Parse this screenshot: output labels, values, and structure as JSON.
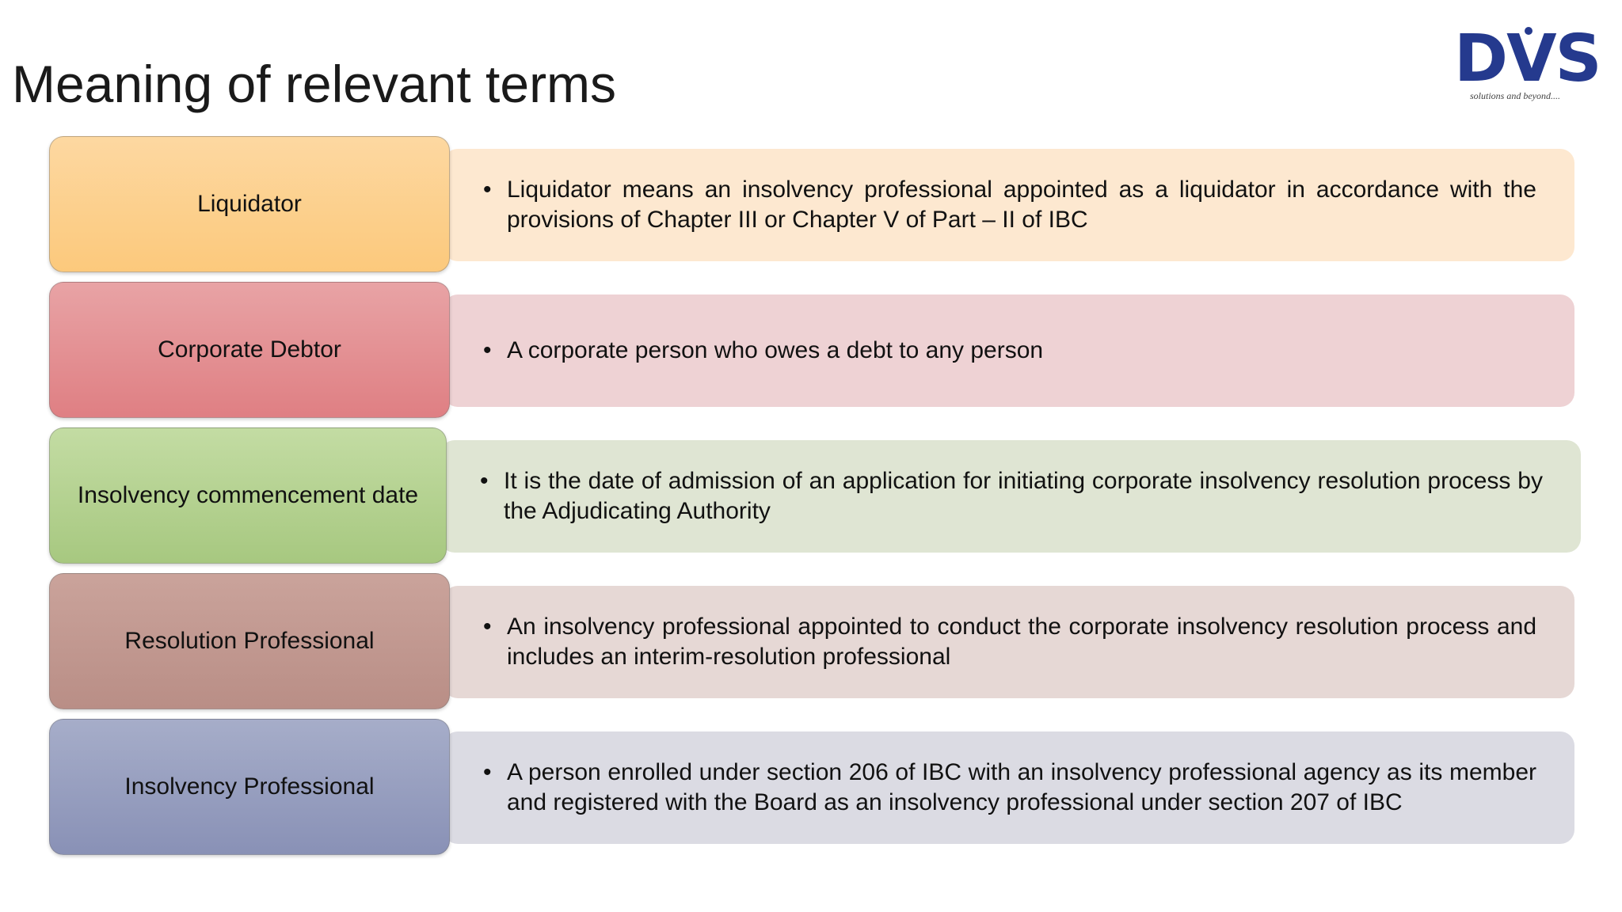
{
  "slide": {
    "title": "Meaning of relevant terms"
  },
  "logo": {
    "letters": "DVS",
    "tagline": "solutions and beyond....",
    "color": "#253a8e"
  },
  "terms": [
    {
      "term": "Liquidator",
      "bullet": "•",
      "definition": "Liquidator means an insolvency professional appointed as a liquidator in accordance with the provisions of Chapter III or Chapter V of Part – II of IBC",
      "color": "#fcc97c"
    },
    {
      "term": "Corporate Debtor",
      "bullet": "•",
      "definition": "A corporate person who owes a debt to any person",
      "color": "#df7f83"
    },
    {
      "term": "Insolvency commencement date",
      "bullet": "•",
      "definition": "It is the date of admission of an application for initiating corporate insolvency resolution process by the Adjudicating Authority",
      "color": "#a7c880"
    },
    {
      "term": "Resolution Professional",
      "bullet": "•",
      "definition": "An insolvency professional appointed to conduct the corporate insolvency resolution process and includes an interim-resolution professional",
      "color": "#b98e86"
    },
    {
      "term": "Insolvency Professional",
      "bullet": "•",
      "definition": "A person enrolled under section 206 of IBC with an insolvency professional agency as its member and registered with the Board as an insolvency professional under section 207 of IBC",
      "color": "#8991b6"
    }
  ]
}
